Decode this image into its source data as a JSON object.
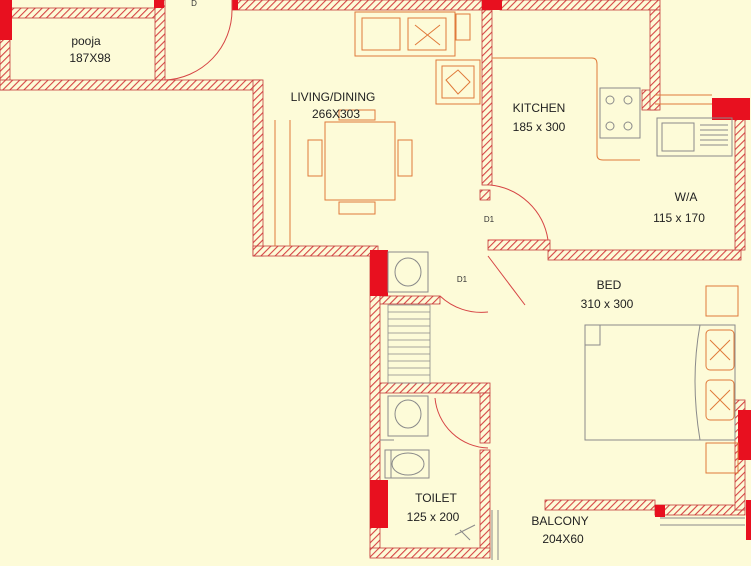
{
  "colors": {
    "background": "#fdfbd8",
    "wall_hatch": "#d64545",
    "column": "#e8101f",
    "furniture": "#e07a3a",
    "fixtures": "#8a8a8a"
  },
  "rooms": {
    "pooja": {
      "name": "pooja",
      "size": "187X98"
    },
    "living": {
      "name": "LIVING/DINING",
      "size": "266X303"
    },
    "kitchen": {
      "name": "KITCHEN",
      "size": "185 x 300"
    },
    "wa": {
      "name": "W/A",
      "size": "115 x 170"
    },
    "bed": {
      "name": "BED",
      "size": "310 x 300"
    },
    "toilet": {
      "name": "TOILET",
      "size": "125 x 200"
    },
    "balcony": {
      "name": "BALCONY",
      "size": "204X60"
    }
  },
  "door_tags": {
    "top": "D",
    "kitchen": "D1",
    "bed": "D1"
  }
}
